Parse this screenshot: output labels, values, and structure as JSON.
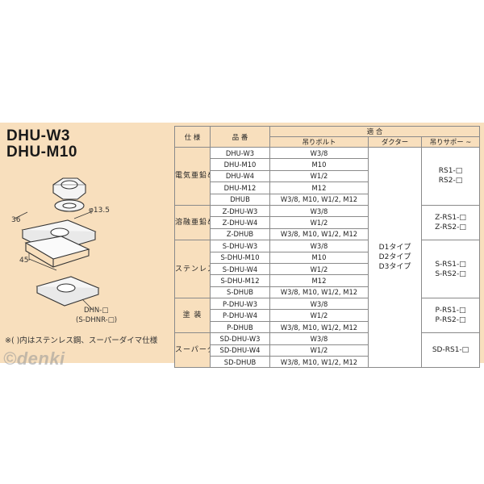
{
  "titles": [
    "DHU-W3",
    "DHU-M10"
  ],
  "diagram": {
    "dim_36": "36",
    "dim_45": "45",
    "dim_hole": "φ13.5",
    "part_label_1": "DHN-□",
    "part_label_2": "(S-DHNR-□)"
  },
  "note": "※(  )内はステンレス鋼、スーパーダイマ仕様",
  "watermark": "©denki",
  "table": {
    "headers": {
      "spec": "仕 様",
      "part": "品 番",
      "fit": "適 合",
      "bolt": "吊りボルト",
      "ducter": "ダクター",
      "support": "吊りサポー ~"
    },
    "groups": [
      {
        "category": "電気亜鉛めっき処理",
        "rows": [
          {
            "part": "DHU-W3",
            "bolt": "W3/8"
          },
          {
            "part": "DHU-M10",
            "bolt": "M10"
          },
          {
            "part": "DHU-W4",
            "bolt": "W1/2"
          },
          {
            "part": "DHU-M12",
            "bolt": "M12"
          },
          {
            "part": "DHUB",
            "bolt": "W3/8, M10, W1/2, M12"
          }
        ],
        "support": [
          "RS1-□",
          "RS2-□"
        ]
      },
      {
        "category": "溶融亜鉛めっき仕上げ",
        "rows": [
          {
            "part": "Z-DHU-W3",
            "bolt": "W3/8"
          },
          {
            "part": "Z-DHU-W4",
            "bolt": "W1/2"
          },
          {
            "part": "Z-DHUB",
            "bolt": "W3/8, M10, W1/2, M12"
          }
        ],
        "support": [
          "Z-RS1-□",
          "Z-RS2-□"
        ]
      },
      {
        "category": "ステンレス鋼",
        "rows": [
          {
            "part": "S-DHU-W3",
            "bolt": "W3/8"
          },
          {
            "part": "S-DHU-M10",
            "bolt": "M10"
          },
          {
            "part": "S-DHU-W4",
            "bolt": "W1/2"
          },
          {
            "part": "S-DHU-M12",
            "bolt": "M12"
          },
          {
            "part": "S-DHUB",
            "bolt": "W3/8, M10, W1/2, M12"
          }
        ],
        "support": [
          "S-RS1-□",
          "S-RS2-□"
        ]
      },
      {
        "category": "塗 装",
        "rows": [
          {
            "part": "P-DHU-W3",
            "bolt": "W3/8"
          },
          {
            "part": "P-DHU-W4",
            "bolt": "W1/2"
          },
          {
            "part": "P-DHUB",
            "bolt": "W3/8, M10, W1/2, M12"
          }
        ],
        "support": [
          "P-RS1-□",
          "P-RS2-□"
        ]
      },
      {
        "category": "スーパーダイマ",
        "rows": [
          {
            "part": "SD-DHU-W3",
            "bolt": "W3/8"
          },
          {
            "part": "SD-DHU-W4",
            "bolt": "W1/2"
          },
          {
            "part": "SD-DHUB",
            "bolt": "W3/8, M10, W1/2, M12"
          }
        ],
        "support": [
          "SD-RS1-□"
        ]
      }
    ],
    "ducter_types": [
      "D1タイプ",
      "D2タイプ",
      "D3タイプ"
    ]
  }
}
